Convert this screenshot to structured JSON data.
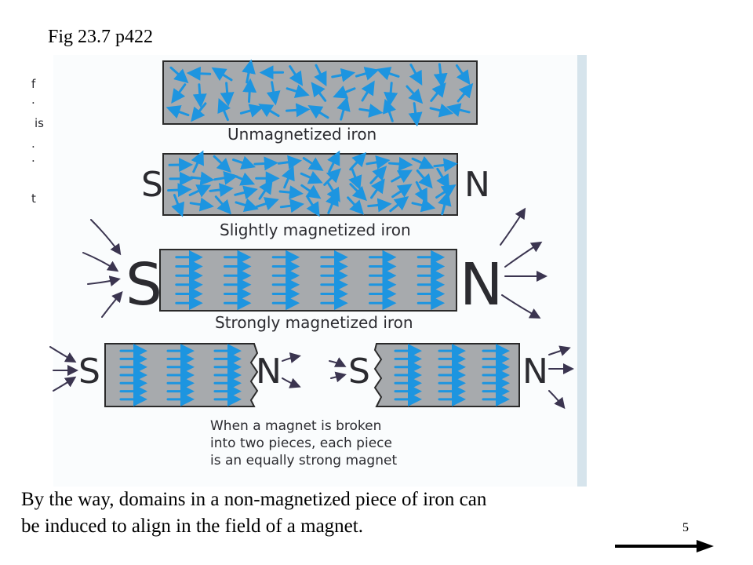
{
  "slide": {
    "title": "Fig 23.7 p422",
    "caption_line1": "By the way, domains in a non-magnetized piece of iron can",
    "caption_line2": "be induced to align in the field of a magnet.",
    "page_number": "5"
  },
  "figure": {
    "margin_fragments": [
      "f",
      ".",
      "is",
      ".",
      ".",
      "t"
    ],
    "labels": {
      "unmagnetized": "Unmagnetized iron",
      "slightly": "Slightly magnetized iron",
      "strongly": "Strongly magnetized iron",
      "south": "S",
      "north": "N"
    },
    "broken_caption": [
      "When a magnet is broken",
      "into two pieces, each piece",
      "is an equally strong magnet"
    ]
  },
  "colors": {
    "domain_arrow": "#1d95e0",
    "iron": "#a7aaad",
    "field_line": "#3b3550"
  }
}
